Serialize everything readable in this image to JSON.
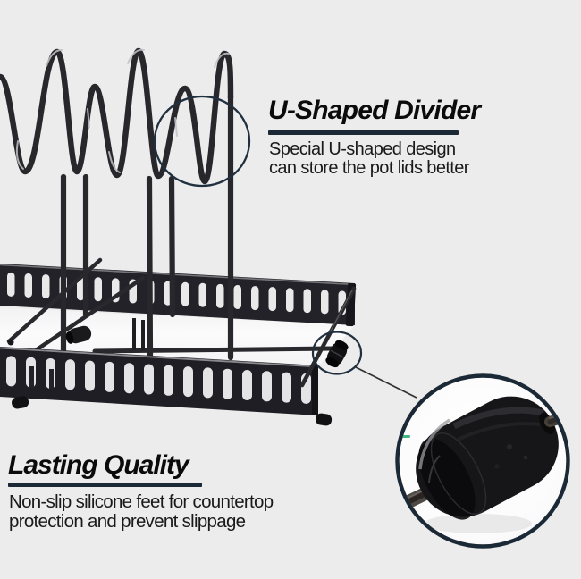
{
  "background_color": "#ececec",
  "annotations": {
    "u_divider": {
      "title": "U-Shaped Divider",
      "line1": "Special U-shaped design",
      "line2": "can store the pot lids better",
      "underline_color": "#1b2836"
    },
    "lasting_quality": {
      "title": "Lasting Quality",
      "line1": "Non-slip silicone feet for countertop",
      "line2": "protection and prevent slippage",
      "underline_color": "#1b2836"
    }
  },
  "figure": {
    "subject": "black metal pot lid organizer rack",
    "colors": {
      "metal": "#232228",
      "annotation_circle": "#20303f",
      "zoom_bubble_border": "#1b2936",
      "silicone_foot": "#161618",
      "accent_green": "#2fae74"
    }
  }
}
